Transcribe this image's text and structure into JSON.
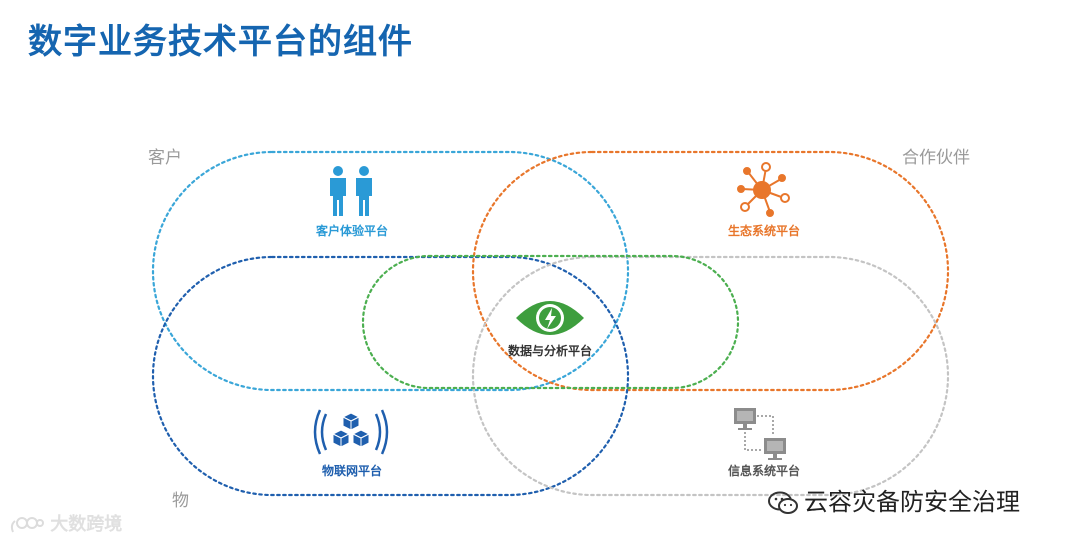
{
  "title": "数字业务技术平台的组件",
  "corners": {
    "customer": "客户",
    "partner": "合作伙伴",
    "things": "物"
  },
  "platforms": {
    "customer_experience": "客户体验平台",
    "ecosystem": "生态系统平台",
    "data_analytics": "数据与分析平台",
    "iot": "物联网平台",
    "information_systems": "信息系统平台"
  },
  "colors": {
    "title": "#1565b0",
    "customer_ring": "#3aa6d8",
    "partner_ring": "#e8762b",
    "data_ring": "#4caf50",
    "iot_ring": "#1f5fae",
    "info_ring": "#c4c4c4"
  },
  "watermarks": {
    "left": "大数跨境",
    "right": "云容灾备防安全治理"
  },
  "icons": {
    "customer_experience": "people-icon",
    "ecosystem": "network-hub-icon",
    "data_analytics": "eye-icon",
    "iot": "cubes-signal-icon",
    "information_systems": "computers-network-icon"
  }
}
